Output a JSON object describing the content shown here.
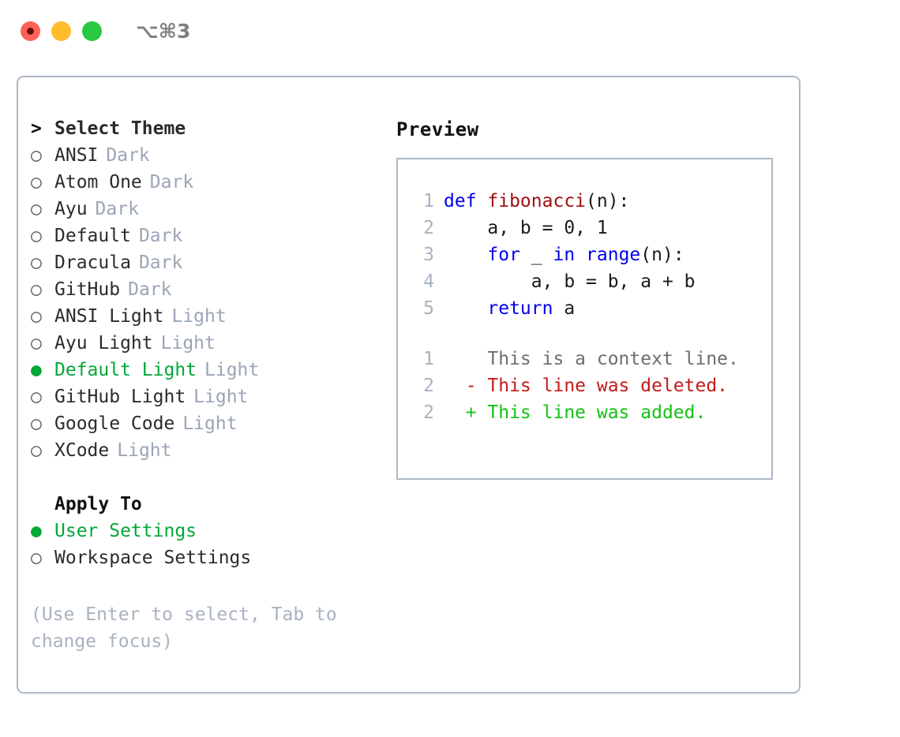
{
  "titlebar": {
    "shortcut": "⌥⌘3",
    "buttons": [
      {
        "name": "close",
        "color": "#ff6159"
      },
      {
        "name": "minimize",
        "color": "#ffbd2e"
      },
      {
        "name": "maximize",
        "color": "#28c840"
      }
    ]
  },
  "colors": {
    "accent_green": "#00a836",
    "tag_gray": "#9ba5b6",
    "border": "#aeb8c6",
    "hint_gray": "#a9b2c0",
    "lineno": "#a8b2c0",
    "keyword_blue": "#0000ee",
    "function_red": "#a01010",
    "diff_deleted": "#c41a1a",
    "diff_added": "#13c113",
    "diff_context": "#6e6e6e"
  },
  "theme_list": {
    "header_marker": ">",
    "header_label": "Select Theme",
    "marker_unselected": "○",
    "marker_selected": "●",
    "items": [
      {
        "marker": "○",
        "label": "ANSI",
        "tag": "Dark",
        "selected": false
      },
      {
        "marker": "○",
        "label": "Atom One",
        "tag": "Dark",
        "selected": false
      },
      {
        "marker": "○",
        "label": "Ayu",
        "tag": "Dark",
        "selected": false
      },
      {
        "marker": "○",
        "label": "Default",
        "tag": "Dark",
        "selected": false
      },
      {
        "marker": "○",
        "label": "Dracula",
        "tag": "Dark",
        "selected": false
      },
      {
        "marker": "○",
        "label": "GitHub",
        "tag": "Dark",
        "selected": false
      },
      {
        "marker": "○",
        "label": "ANSI Light",
        "tag": "Light",
        "selected": false
      },
      {
        "marker": "○",
        "label": "Ayu Light",
        "tag": "Light",
        "selected": false
      },
      {
        "marker": "●",
        "label": "Default Light",
        "tag": "Light",
        "selected": true
      },
      {
        "marker": "○",
        "label": "GitHub Light",
        "tag": "Light",
        "selected": false
      },
      {
        "marker": "○",
        "label": "Google Code",
        "tag": "Light",
        "selected": false
      },
      {
        "marker": "○",
        "label": "XCode",
        "tag": "Light",
        "selected": false
      }
    ]
  },
  "apply_to": {
    "title": "Apply To",
    "items": [
      {
        "marker": "●",
        "label": "User Settings",
        "selected": true
      },
      {
        "marker": "○",
        "label": "Workspace Settings",
        "selected": false
      }
    ]
  },
  "hint": "(Use Enter to select, Tab to change focus)",
  "preview": {
    "title": "Preview",
    "code_lines": [
      {
        "lineno": "1",
        "tokens": [
          {
            "text": "def ",
            "type": "keyword"
          },
          {
            "text": "fibonacci",
            "type": "function"
          },
          {
            "text": "(n):",
            "type": "plain"
          }
        ]
      },
      {
        "lineno": "2",
        "tokens": [
          {
            "text": "    a, b = 0, 1",
            "type": "plain"
          }
        ]
      },
      {
        "lineno": "3",
        "tokens": [
          {
            "text": "    ",
            "type": "plain"
          },
          {
            "text": "for",
            "type": "keyword"
          },
          {
            "text": " _ ",
            "type": "plain"
          },
          {
            "text": "in",
            "type": "keyword"
          },
          {
            "text": " ",
            "type": "plain"
          },
          {
            "text": "range",
            "type": "keyword"
          },
          {
            "text": "(n):",
            "type": "plain"
          }
        ]
      },
      {
        "lineno": "4",
        "tokens": [
          {
            "text": "        a, b = b, a + b",
            "type": "plain"
          }
        ]
      },
      {
        "lineno": "5",
        "tokens": [
          {
            "text": "    ",
            "type": "plain"
          },
          {
            "text": "return",
            "type": "keyword"
          },
          {
            "text": " a",
            "type": "plain"
          }
        ]
      }
    ],
    "diff_lines": [
      {
        "lineno": "1",
        "sign": " ",
        "text": "This is a context line.",
        "kind": "context"
      },
      {
        "lineno": "2",
        "sign": "-",
        "text": "This line was deleted.",
        "kind": "deleted"
      },
      {
        "lineno": "2",
        "sign": "+",
        "text": "This line was added.",
        "kind": "added"
      }
    ]
  }
}
